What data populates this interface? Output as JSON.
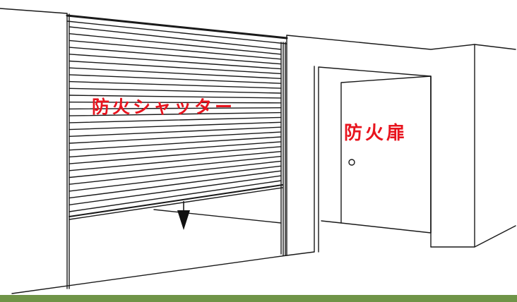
{
  "labels": {
    "fire_shutter": "防火シャッター",
    "fire_door": "防火扉"
  },
  "colors": {
    "label_red": "#e8141e",
    "line": "#1a1a1a",
    "footer_green": "#6f9447"
  },
  "shutter": {
    "slat_count": 28,
    "direction": "down-arrow-icon"
  }
}
